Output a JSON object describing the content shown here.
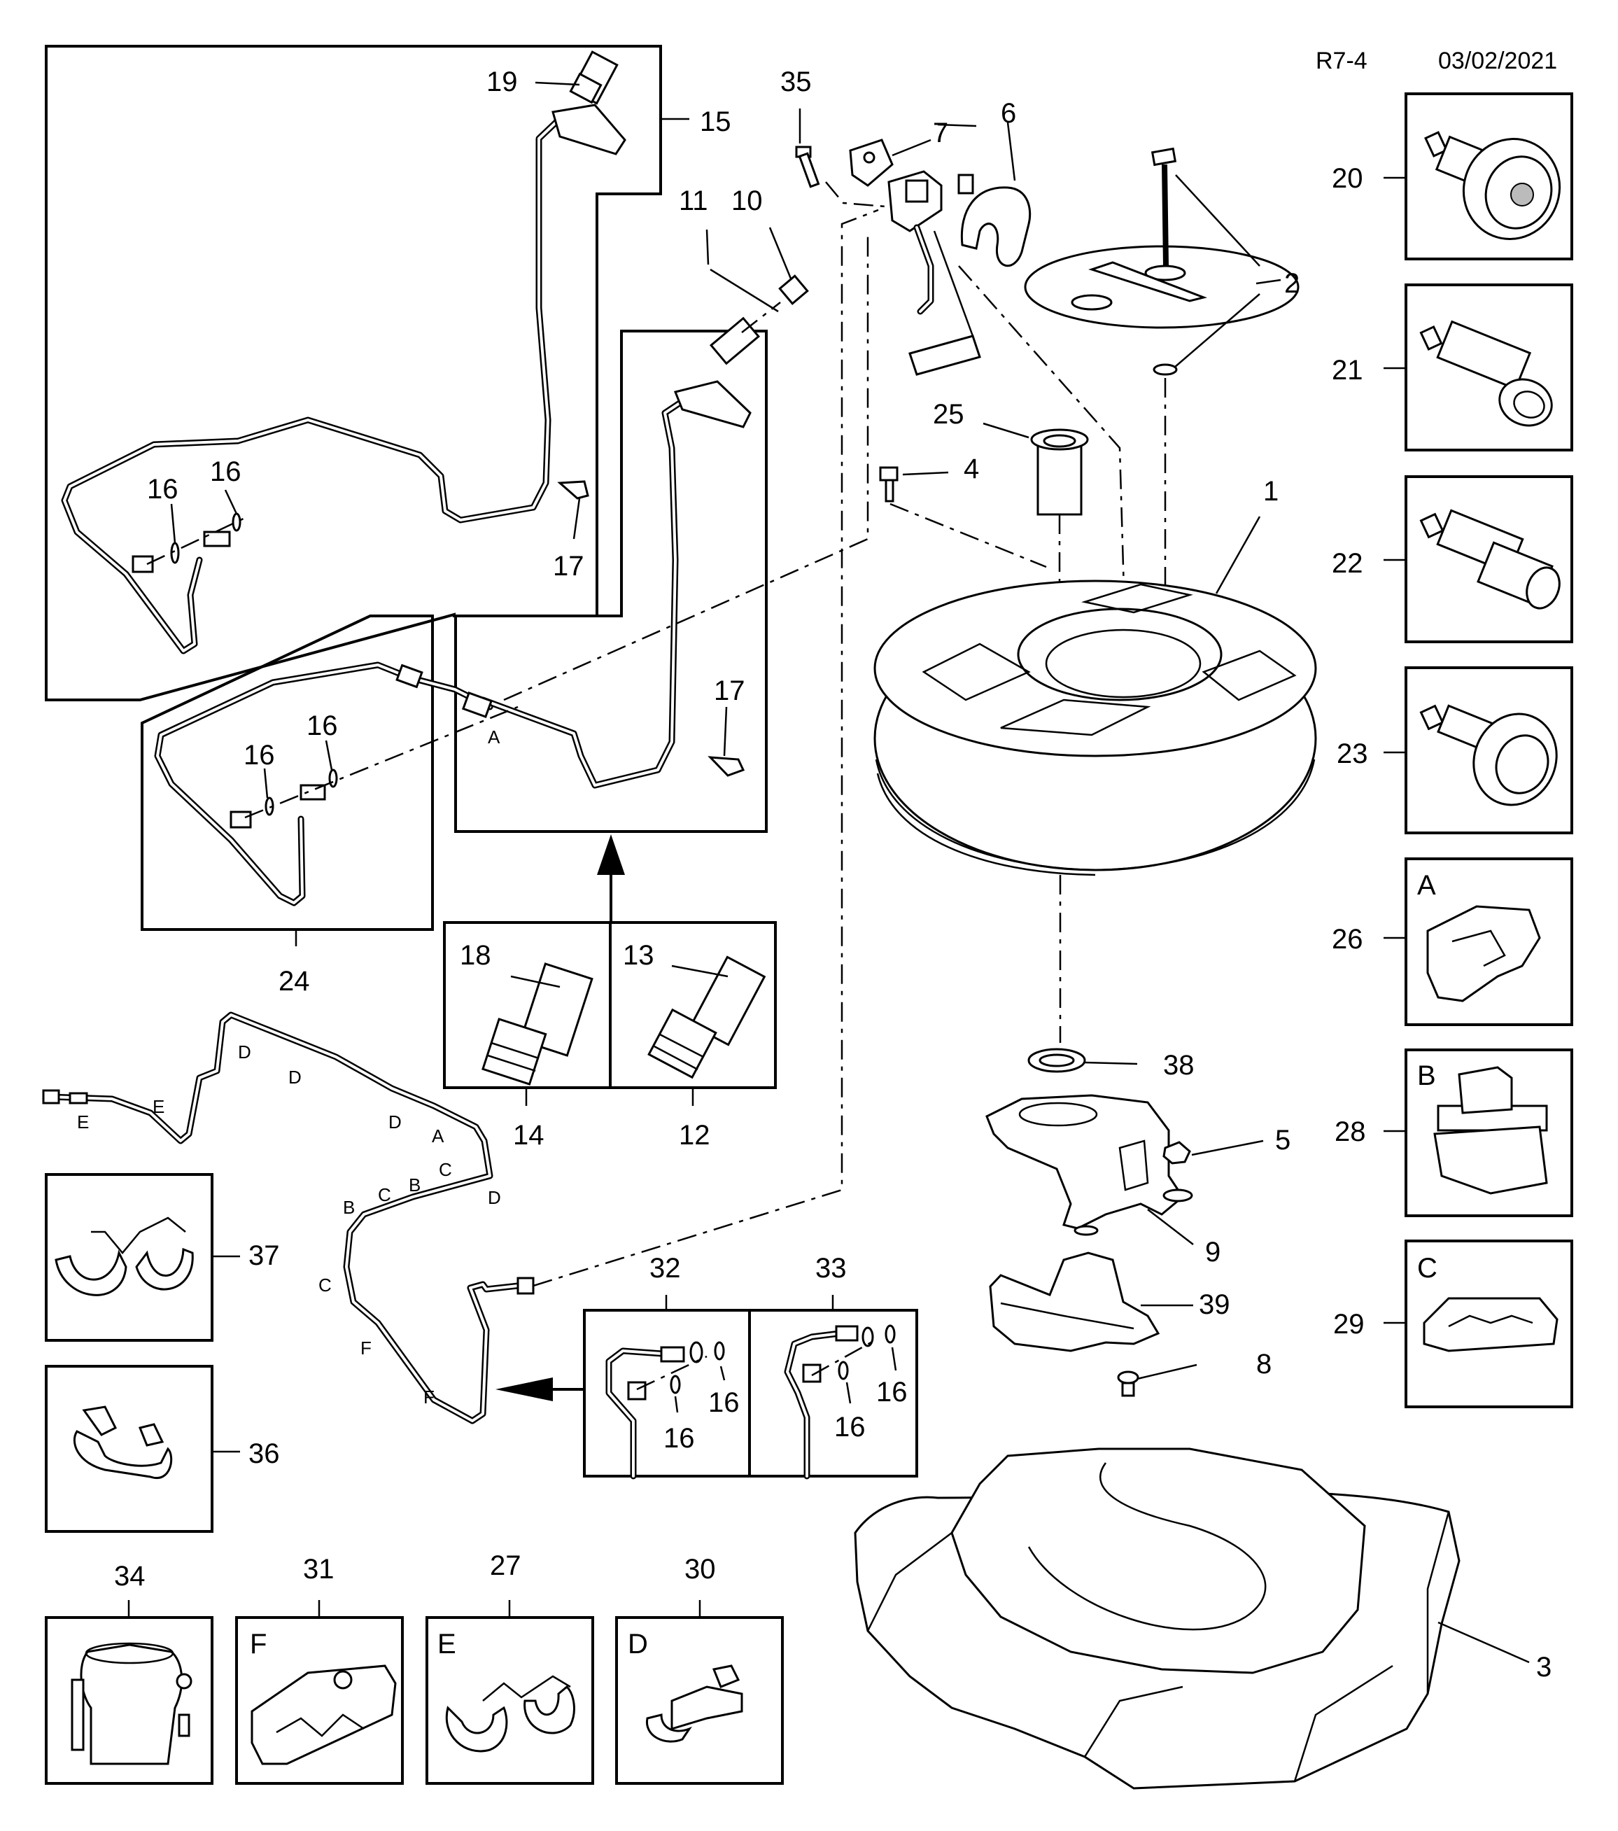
{
  "header": {
    "ref": "R7-4",
    "date": "03/02/2021"
  },
  "labels": {
    "p1": "1",
    "p2": "2",
    "p3": "3",
    "p4": "4",
    "p5": "5",
    "p6": "6",
    "p7": "7",
    "p8": "8",
    "p9": "9",
    "p10": "10",
    "p11": "11",
    "p12": "12",
    "p13": "13",
    "p14": "14",
    "p15": "15",
    "p16": "16",
    "p17": "17",
    "p18": "18",
    "p19": "19",
    "p20": "20",
    "p21": "21",
    "p22": "22",
    "p23": "23",
    "p24": "24",
    "p25": "25",
    "p26": "26",
    "p27": "27",
    "p28": "28",
    "p29": "29",
    "p30": "30",
    "p31": "31",
    "p32": "32",
    "p33": "33",
    "p34": "34",
    "p35": "35",
    "p36": "36",
    "p37": "37",
    "p38": "38",
    "p39": "39"
  },
  "clip_letters": {
    "a": "A",
    "b": "B",
    "c": "C",
    "d": "D",
    "e": "E",
    "f": "F"
  }
}
